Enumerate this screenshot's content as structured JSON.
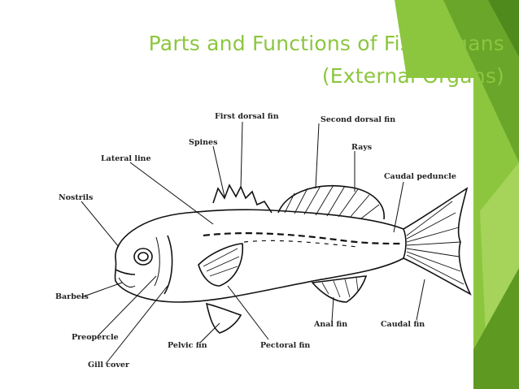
{
  "slide": {
    "title_line1": "Parts and Functions of Fish Organs",
    "title_line2": "(External Organs)",
    "title_color": "#8cc63f",
    "accent_colors": [
      "#8cc63f",
      "#6aa629",
      "#a6d35a"
    ]
  },
  "labels": {
    "first_dorsal_fin": "First dorsal fin",
    "second_dorsal_fin": "Second dorsal fin",
    "spines": "Spines",
    "rays": "Rays",
    "lateral_line": "Lateral line",
    "caudal_peduncle": "Caudal peduncle",
    "nostrils": "Nostrils",
    "barbels": "Barbels",
    "preopercle": "Preopercle",
    "gill_cover": "Gill cover",
    "pelvic_fin": "Pelvic fin",
    "pectoral_fin": "Pectoral fin",
    "anal_fin": "Anal fin",
    "caudal_fin": "Caudal fin"
  }
}
